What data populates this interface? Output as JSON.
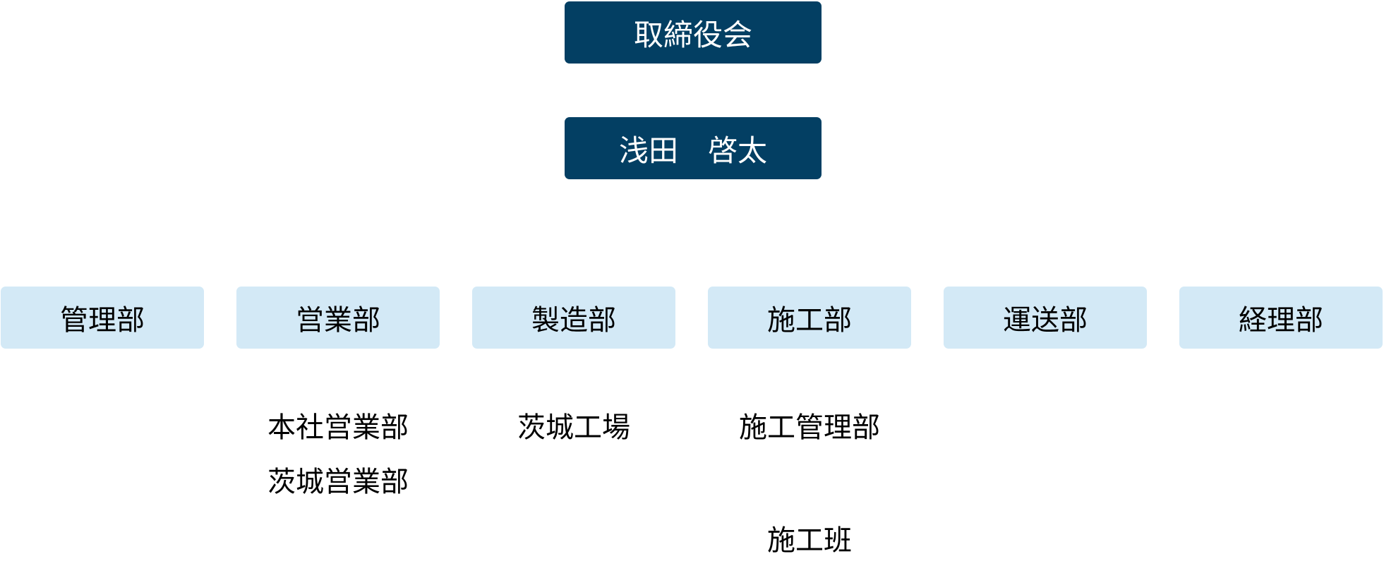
{
  "board": {
    "label": "取締役会"
  },
  "president": {
    "label": "浅田　啓太"
  },
  "departments": [
    {
      "label": "管理部"
    },
    {
      "label": "営業部"
    },
    {
      "label": "製造部"
    },
    {
      "label": "施工部"
    },
    {
      "label": "運送部"
    },
    {
      "label": "経理部"
    }
  ],
  "sales_units": [
    {
      "label": "本社営業部"
    },
    {
      "label": "茨城営業部"
    }
  ],
  "manufacturing_units": [
    {
      "label": "茨城工場"
    }
  ],
  "construction_units": [
    {
      "label": "施工管理部"
    },
    {
      "label": "施工班"
    }
  ]
}
